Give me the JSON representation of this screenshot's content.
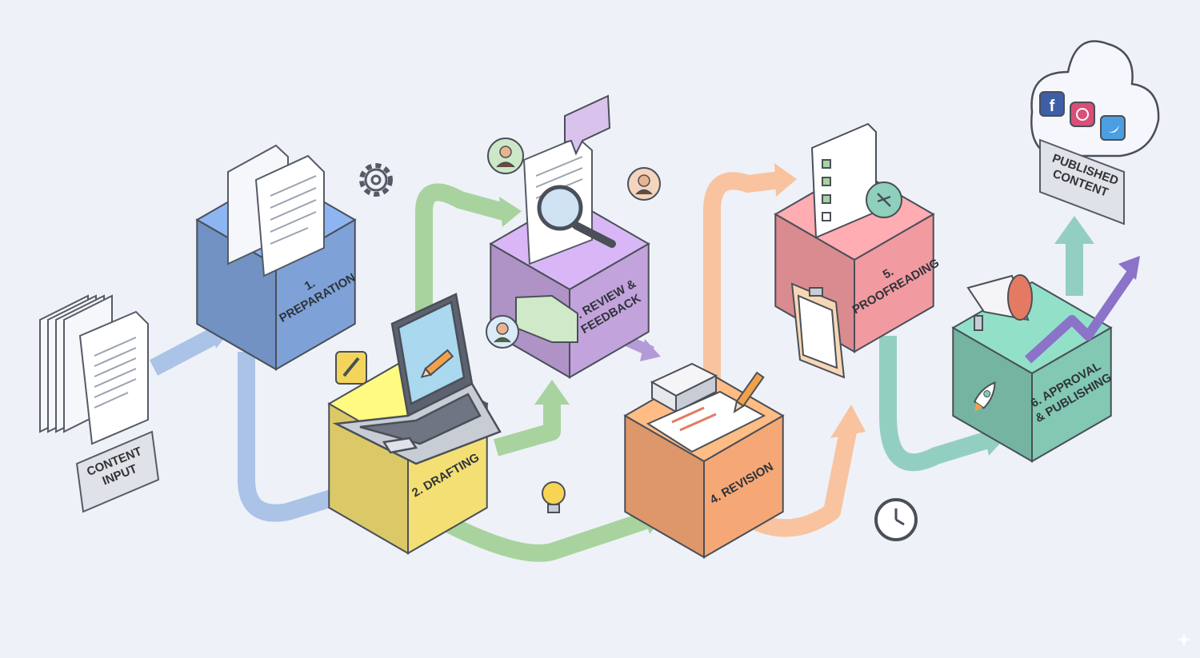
{
  "diagram": {
    "input_label": [
      "CONTENT",
      "INPUT"
    ],
    "stages": [
      {
        "label": [
          "1.",
          "PREPARATION"
        ],
        "color": "#7ea2d8"
      },
      {
        "label": [
          "2. DRAFTING"
        ],
        "color": "#f3df74"
      },
      {
        "label": [
          "3. REVIEW &",
          "FEEDBACK"
        ],
        "color": "#c2a3dc"
      },
      {
        "label": [
          "4. REVISION"
        ],
        "color": "#f5a876"
      },
      {
        "label": [
          "5.",
          "PROOFREADING"
        ],
        "color": "#f19aa0"
      },
      {
        "label": [
          "6. APPROVAL",
          "& PUBLISHING"
        ],
        "color": "#82c8b3"
      }
    ],
    "output_label": [
      "PUBLISHED",
      "CONTENT"
    ],
    "flow_colors": {
      "blue": "#aac3e6",
      "green": "#a8d39e",
      "orange": "#f8c39e",
      "teal": "#93cfc1",
      "purple": "#8a73c9"
    },
    "social_icons": [
      "facebook-icon",
      "instagram-icon",
      "twitter-icon"
    ]
  }
}
